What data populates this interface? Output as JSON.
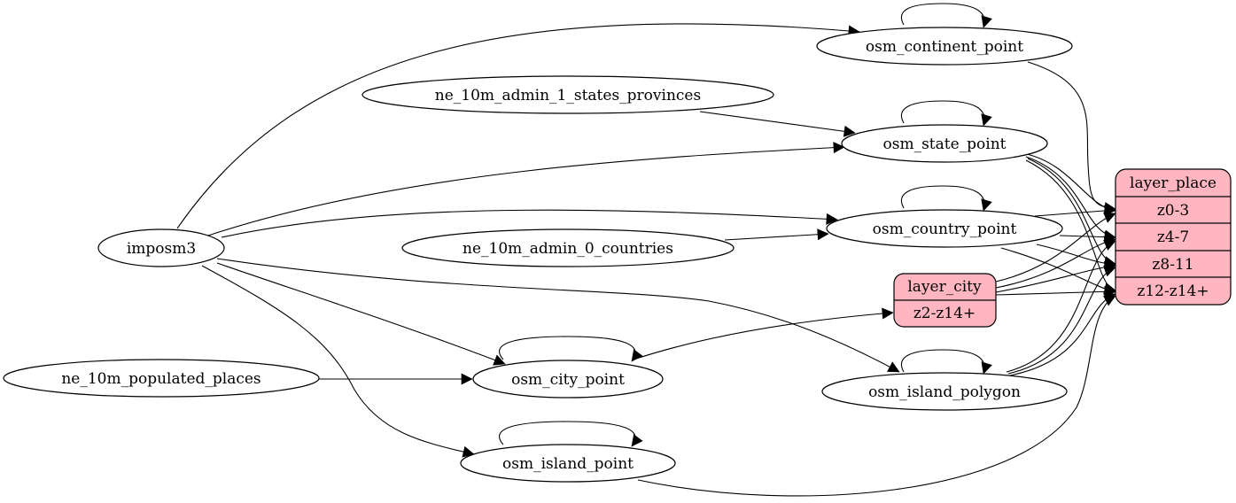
{
  "colors": {
    "record_fill": "#ffb6c1",
    "stroke": "#000000",
    "background": "#ffffff"
  },
  "nodes": {
    "imposm3": "imposm3",
    "ne_10m_admin_1_states_provinces": "ne_10m_admin_1_states_provinces",
    "ne_10m_admin_0_countries": "ne_10m_admin_0_countries",
    "ne_10m_populated_places": "ne_10m_populated_places",
    "osm_continent_point": "osm_continent_point",
    "osm_state_point": "osm_state_point",
    "osm_country_point": "osm_country_point",
    "osm_city_point": "osm_city_point",
    "osm_island_point": "osm_island_point",
    "osm_island_polygon": "osm_island_polygon"
  },
  "records": {
    "layer_city": {
      "title": "layer_city",
      "fields": [
        "z2-z14+"
      ]
    },
    "layer_place": {
      "title": "layer_place",
      "fields": [
        "z0-3",
        "z4-7",
        "z8-11",
        "z12-z14+"
      ]
    }
  },
  "edges": [
    {
      "from": "imposm3",
      "to": "osm_continent_point"
    },
    {
      "from": "imposm3",
      "to": "osm_state_point"
    },
    {
      "from": "imposm3",
      "to": "osm_country_point"
    },
    {
      "from": "imposm3",
      "to": "osm_city_point"
    },
    {
      "from": "imposm3",
      "to": "osm_island_point"
    },
    {
      "from": "imposm3",
      "to": "osm_island_polygon"
    },
    {
      "from": "ne_10m_admin_1_states_provinces",
      "to": "osm_state_point"
    },
    {
      "from": "ne_10m_admin_0_countries",
      "to": "osm_country_point"
    },
    {
      "from": "ne_10m_populated_places",
      "to": "osm_city_point"
    },
    {
      "from": "osm_city_point",
      "to": "layer_city:z2-z14+"
    },
    {
      "from": "osm_continent_point",
      "to": "layer_place:z0-3"
    },
    {
      "from": "osm_state_point",
      "to": "layer_place:z0-3"
    },
    {
      "from": "osm_state_point",
      "to": "layer_place:z4-7"
    },
    {
      "from": "osm_state_point",
      "to": "layer_place:z8-11"
    },
    {
      "from": "osm_state_point",
      "to": "layer_place:z12-z14+"
    },
    {
      "from": "osm_country_point",
      "to": "layer_place:z0-3"
    },
    {
      "from": "osm_country_point",
      "to": "layer_place:z4-7"
    },
    {
      "from": "osm_country_point",
      "to": "layer_place:z8-11"
    },
    {
      "from": "osm_country_point",
      "to": "layer_place:z12-z14+"
    },
    {
      "from": "layer_city",
      "to": "layer_place:z0-3"
    },
    {
      "from": "layer_city",
      "to": "layer_place:z4-7"
    },
    {
      "from": "layer_city",
      "to": "layer_place:z8-11"
    },
    {
      "from": "layer_city",
      "to": "layer_place:z12-z14+"
    },
    {
      "from": "osm_island_polygon",
      "to": "layer_place:z4-7"
    },
    {
      "from": "osm_island_polygon",
      "to": "layer_place:z8-11"
    },
    {
      "from": "osm_island_polygon",
      "to": "layer_place:z12-z14+"
    },
    {
      "from": "osm_island_point",
      "to": "layer_place:z12-z14+"
    },
    {
      "from": "osm_continent_point",
      "to": "osm_continent_point"
    },
    {
      "from": "osm_state_point",
      "to": "osm_state_point"
    },
    {
      "from": "osm_country_point",
      "to": "osm_country_point"
    },
    {
      "from": "osm_city_point",
      "to": "osm_city_point"
    },
    {
      "from": "osm_island_point",
      "to": "osm_island_point"
    },
    {
      "from": "osm_island_polygon",
      "to": "osm_island_polygon"
    }
  ]
}
